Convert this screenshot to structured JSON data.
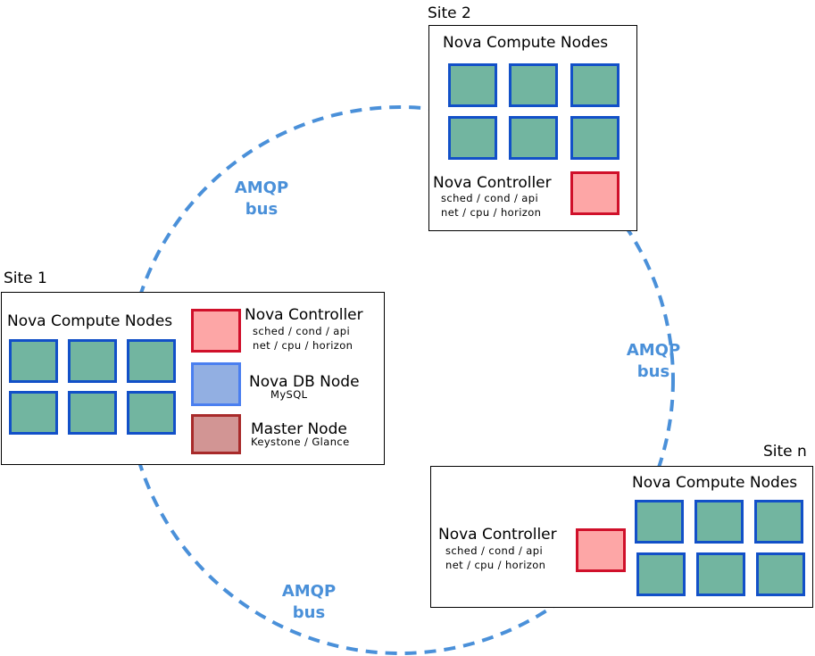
{
  "bus": {
    "line1": "AMQP",
    "line2": "bus"
  },
  "site1": {
    "title": "Site 1",
    "compute_heading": "Nova Compute Nodes",
    "controller": {
      "name": "Nova Controller",
      "line1": "sched / cond / api",
      "line2": "net / cpu / horizon"
    },
    "db": {
      "name": "Nova DB Node",
      "sub": "MySQL"
    },
    "master": {
      "name": "Master Node",
      "sub": "Keystone / Glance"
    }
  },
  "site2": {
    "title": "Site 2",
    "compute_heading": "Nova Compute Nodes",
    "controller": {
      "name": "Nova Controller",
      "line1": "sched / cond / api",
      "line2": "net / cpu / horizon"
    }
  },
  "siten": {
    "title": "Site n",
    "compute_heading": "Nova Compute Nodes",
    "controller": {
      "name": "Nova Controller",
      "line1": "sched / cond / api",
      "line2": "net / cpu / horizon"
    }
  },
  "colors": {
    "bus": "#4a90d9",
    "compute_fill": "#72b5a0",
    "compute_border": "#1250c8",
    "controller_fill": "#fda6a6",
    "controller_border": "#d0102a",
    "db_fill": "#92afe2",
    "db_border": "#4a7ff0",
    "master_fill": "#d29594",
    "master_border": "#a82a2a"
  }
}
